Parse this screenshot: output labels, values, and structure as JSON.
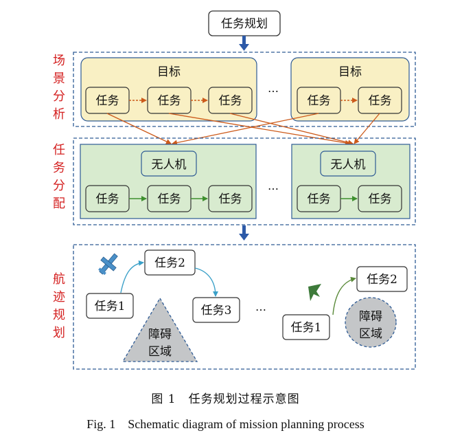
{
  "top_box": "任务规划",
  "side_labels": {
    "scene": [
      "场",
      "景",
      "分",
      "析"
    ],
    "assign": [
      "任",
      "务",
      "分",
      "配"
    ],
    "track": [
      "航",
      "迹",
      "规",
      "划"
    ]
  },
  "scene": {
    "group_title": "目标",
    "task": "任务",
    "ellipsis": "…"
  },
  "assign": {
    "group_title": "无人机",
    "task": "任务",
    "ellipsis": "…"
  },
  "track": {
    "task1": "任务1",
    "task2": "任务2",
    "task3": "任务3",
    "ellipsis": "…",
    "obstacle_left": [
      "障碍",
      "区域"
    ],
    "obstacle_right": [
      "障碍",
      "区域"
    ]
  },
  "caption_cn": "图 1　任务规划过程示意图",
  "caption_en": "Fig. 1　Schematic diagram of mission planning process",
  "colors": {
    "scene_fill": "#f9f0c4",
    "assign_fill": "#d8ebcf",
    "frame": "#2d5a94",
    "side_label": "#d42020",
    "scene_arrow": "#cc5a1a",
    "assign_arrow": "#3e8f2e",
    "track_arrow": "#3aa0c8",
    "track_arrow_right": "#5a8a3a",
    "obstacle_fill": "#c4c6c8",
    "uav_blue": "#4a90c8",
    "uav_green": "#3d7a3a",
    "down_arrow": "#2d5aa8"
  }
}
